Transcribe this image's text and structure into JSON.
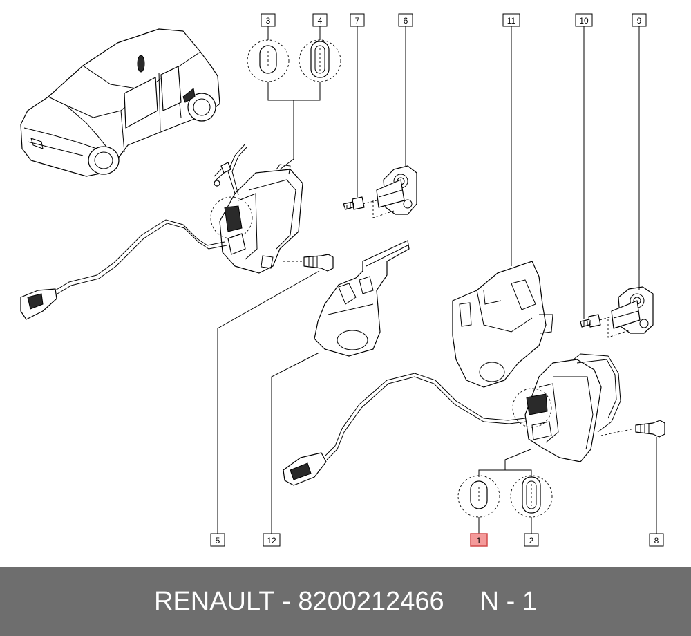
{
  "diagram": {
    "callouts": [
      {
        "id": "1",
        "highlighted": true
      },
      {
        "id": "2"
      },
      {
        "id": "3"
      },
      {
        "id": "4"
      },
      {
        "id": "5"
      },
      {
        "id": "6"
      },
      {
        "id": "7"
      },
      {
        "id": "8"
      },
      {
        "id": "9"
      },
      {
        "id": "10"
      },
      {
        "id": "11"
      },
      {
        "id": "12"
      }
    ],
    "highlight_color": "#f49a9a"
  },
  "footer": {
    "brand": "RENAULT",
    "separator": " - ",
    "part_number": "8200212466",
    "position": "N - 1",
    "background": "#6e6e6e"
  }
}
